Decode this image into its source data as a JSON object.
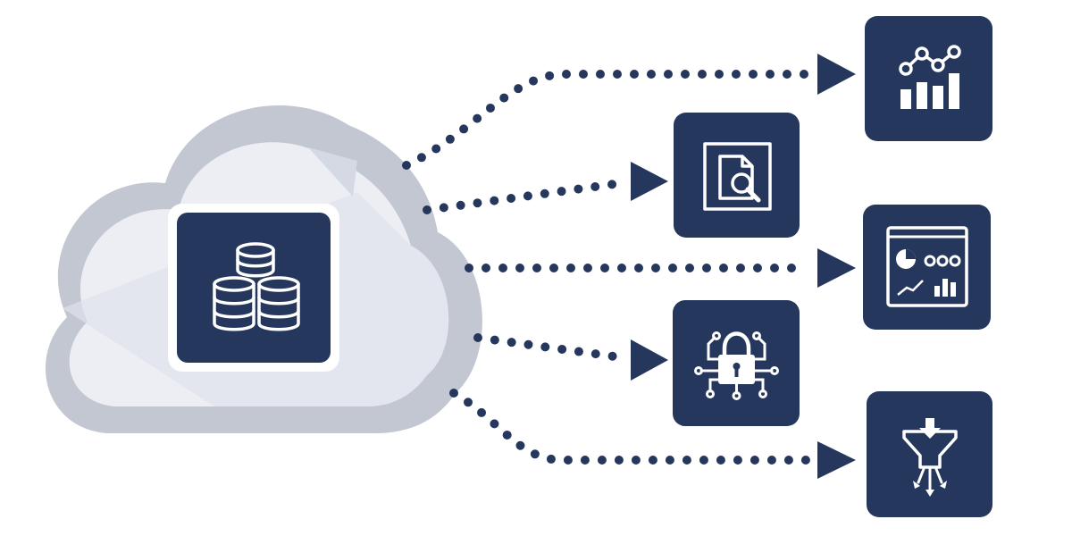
{
  "colors": {
    "navy": "#25375C",
    "cloud_outer": "#C2C7D1",
    "cloud_inner": "#ECEEF3",
    "cloud_shadow": "#DCE0E9",
    "white": "#FFFFFF"
  },
  "hub": {
    "shape": "cloud",
    "icon": "database-stack-icon"
  },
  "targets": [
    {
      "icon": "analytics-chart-icon"
    },
    {
      "icon": "document-search-icon"
    },
    {
      "icon": "dashboard-report-icon"
    },
    {
      "icon": "security-lock-icon"
    },
    {
      "icon": "data-funnel-icon"
    }
  ],
  "connectors": {
    "style": "dotted",
    "arrowhead": "triangle",
    "count": 5
  }
}
